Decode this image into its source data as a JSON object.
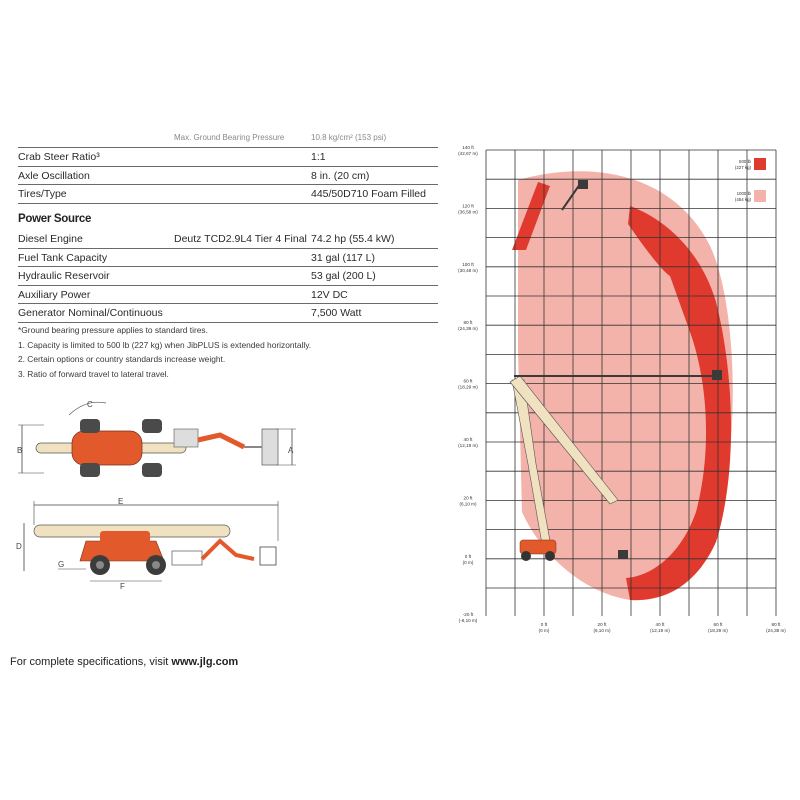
{
  "specs": {
    "top_partial": {
      "label": "Max. Ground Bearing Pressure",
      "value": "10.8 kg/cm² (153 psi)"
    },
    "rows_a": [
      {
        "label": "Crab Steer Ratio³",
        "model": "",
        "value": "1:1"
      },
      {
        "label": "Axle Oscillation",
        "model": "",
        "value": "8 in. (20 cm)"
      },
      {
        "label": "Tires/Type",
        "model": "",
        "value": "445/50D710 Foam Filled"
      }
    ],
    "section_power": "Power Source",
    "rows_b": [
      {
        "label": "Diesel Engine",
        "model": "Deutz TCD2.9L4 Tier 4 Final",
        "value": "74.2 hp (55.4 kW)"
      },
      {
        "label": "Fuel Tank Capacity",
        "model": "",
        "value": "31 gal (117 L)"
      },
      {
        "label": "Hydraulic Reservoir",
        "model": "",
        "value": "53 gal (200 L)"
      },
      {
        "label": "Auxiliary Power",
        "model": "",
        "value": "12V DC"
      },
      {
        "label": "Generator Nominal/Continuous",
        "model": "",
        "value": "7,500 Watt"
      }
    ],
    "notes": [
      "*Ground bearing pressure applies to standard tires.",
      "1. Capacity is limited to 500 lb (227 kg) when JibPLUS is extended horizontally.",
      "2. Certain options or country standards increase weight.",
      "3. Ratio of forward travel to lateral travel."
    ]
  },
  "dims": {
    "A": "A",
    "B": "B",
    "C": "C",
    "D": "D",
    "E": "E",
    "F": "F",
    "G": "G"
  },
  "footer": {
    "prefix": "For complete specifications, visit ",
    "url": "www.jlg.com"
  },
  "envelope": {
    "legend": [
      {
        "label1": "500 lb",
        "label2": "(227 kg)",
        "color": "#e03a2e"
      },
      {
        "label1": "1000 lb",
        "label2": "(454 kg)",
        "color": "#f4b3aa"
      }
    ],
    "y_labels": [
      {
        "ft": "140 ft",
        "m": "(42,67 m)"
      },
      {
        "ft": "120 ft",
        "m": "(36,58 m)"
      },
      {
        "ft": "100 ft",
        "m": "(30,48 m)"
      },
      {
        "ft": "80 ft",
        "m": "(24,38 m)"
      },
      {
        "ft": "60 ft",
        "m": "(18,29 m)"
      },
      {
        "ft": "40 ft",
        "m": "(12,19 m)"
      },
      {
        "ft": "20 ft",
        "m": "(6,10 m)"
      },
      {
        "ft": "0 ft",
        "m": "(0 m)"
      },
      {
        "ft": "-20 ft",
        "m": "(-6,10 m)"
      }
    ],
    "x_labels": [
      {
        "ft": "0 ft",
        "m": "(0 m)"
      },
      {
        "ft": "20 ft",
        "m": "(6,10 m)"
      },
      {
        "ft": "40 ft",
        "m": "(12,19 m)"
      },
      {
        "ft": "60 ft",
        "m": "(18,29 m)"
      },
      {
        "ft": "80 ft",
        "m": "(24,38 m)"
      }
    ],
    "colors": {
      "light": "#f4b3aa",
      "dark": "#e03a2e",
      "boom": "#f0e2c0",
      "grid": "#333333"
    }
  }
}
